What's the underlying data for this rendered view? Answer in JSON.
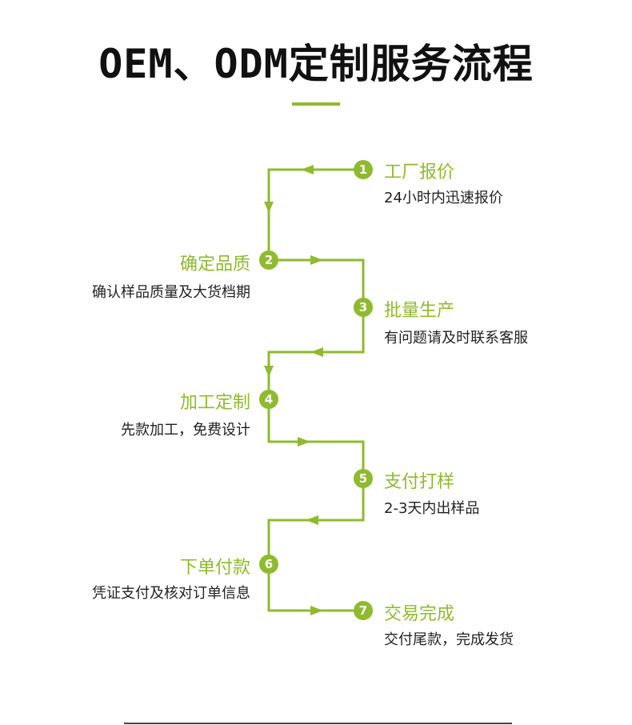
{
  "title": "OEM、ODM定制服务流程",
  "colors": {
    "accent": "#8fba2f",
    "text": "#222222",
    "title": "#111111"
  },
  "steps": [
    {
      "num": "1",
      "title": "工厂报价",
      "desc": "24小时内迅速报价"
    },
    {
      "num": "2",
      "title": "确定品质",
      "desc": "确认样品质量及大货档期"
    },
    {
      "num": "3",
      "title": "批量生产",
      "desc": "有问题请及时联系客服"
    },
    {
      "num": "4",
      "title": "加工定制",
      "desc": "先款加工，免费设计"
    },
    {
      "num": "5",
      "title": "支付打样",
      "desc": "2-3天内出样品"
    },
    {
      "num": "6",
      "title": "下单付款",
      "desc": "凭证支付及核对订单信息"
    },
    {
      "num": "7",
      "title": "交易完成",
      "desc": "交付尾款，完成发货"
    }
  ]
}
